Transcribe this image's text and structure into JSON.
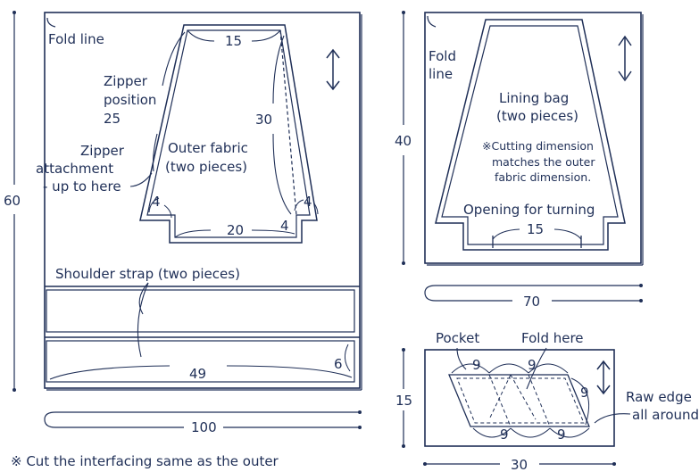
{
  "colors": {
    "ink": "#1f2f57",
    "paper": "#ffffff"
  },
  "outer_panel": {
    "fold_line": "Fold line",
    "zipper_position": [
      "Zipper",
      "position",
      "25"
    ],
    "zipper_attachment": [
      "Zipper",
      "attachment",
      "- up to here"
    ],
    "outer_fabric": [
      "Outer fabric",
      "(two pieces)"
    ],
    "top_width": "15",
    "height": "30",
    "bottom_width": "20",
    "corner_left": "4",
    "corner_right_a": "4",
    "corner_right_b": "4",
    "shoulder_strap": "Shoulder strap (two pieces)",
    "strap_length": "49",
    "strap_end": "6",
    "panel_height": "60",
    "panel_width": "100"
  },
  "lining_panel": {
    "fold_line": [
      "Fold",
      "line"
    ],
    "lining_bag": [
      "Lining bag",
      "(two pieces)"
    ],
    "cutting_note": [
      "※Cutting dimension",
      "matches the outer",
      "fabric dimension."
    ],
    "opening": "Opening for turning",
    "opening_width": "15",
    "panel_height": "40",
    "panel_width": "70"
  },
  "pocket_panel": {
    "pocket": "Pocket",
    "fold_here": "Fold here",
    "edge_labels": [
      "9",
      "9",
      "9",
      "9",
      "9"
    ],
    "raw_edge": [
      "Raw edge",
      "all around"
    ],
    "panel_height": "15",
    "panel_width": "30"
  },
  "footnote": "※ Cut the interfacing same as the outer"
}
